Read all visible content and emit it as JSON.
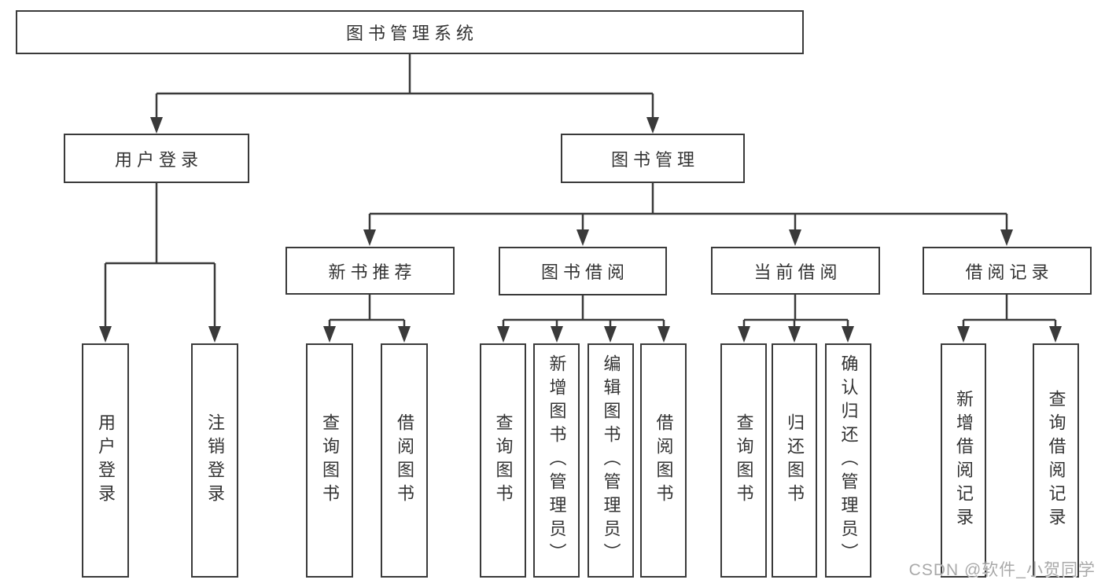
{
  "tree": {
    "root": {
      "label": "图书管理系统",
      "children": {
        "user_login": {
          "label": "用户登录",
          "children": {
            "login": {
              "label": "用户登录"
            },
            "logout": {
              "label": "注销登录"
            }
          }
        },
        "book_management": {
          "label": "图书管理",
          "children": {
            "new_book_recommend": {
              "label": "新书推荐",
              "children": {
                "query_books": {
                  "label": "查询图书"
                },
                "borrow_books": {
                  "label": "借阅图书"
                }
              }
            },
            "book_borrow": {
              "label": "图书借阅",
              "children": {
                "query_books": {
                  "label": "查询图书"
                },
                "add_books_admin": {
                  "label": "新增图书（管理员）"
                },
                "edit_books_admin": {
                  "label": "编辑图书（管理员）"
                },
                "borrow_books": {
                  "label": "借阅图书"
                }
              }
            },
            "current_borrow": {
              "label": "当前借阅",
              "children": {
                "query_books": {
                  "label": "查询图书"
                },
                "return_books": {
                  "label": "归还图书"
                },
                "confirm_return_admin": {
                  "label": "确认归还（管理员）"
                }
              }
            },
            "borrow_records": {
              "label": "借阅记录",
              "children": {
                "add_borrow_record": {
                  "label": "新增借阅记录"
                },
                "query_borrow_record": {
                  "label": "查询借阅记录"
                }
              }
            }
          }
        }
      }
    }
  },
  "watermark": {
    "text": "CSDN @软件_小贺同学"
  },
  "colors": {
    "line": "#3a3a3a",
    "text": "#333333",
    "background": "#ffffff",
    "watermark": "#a4a4a4"
  }
}
